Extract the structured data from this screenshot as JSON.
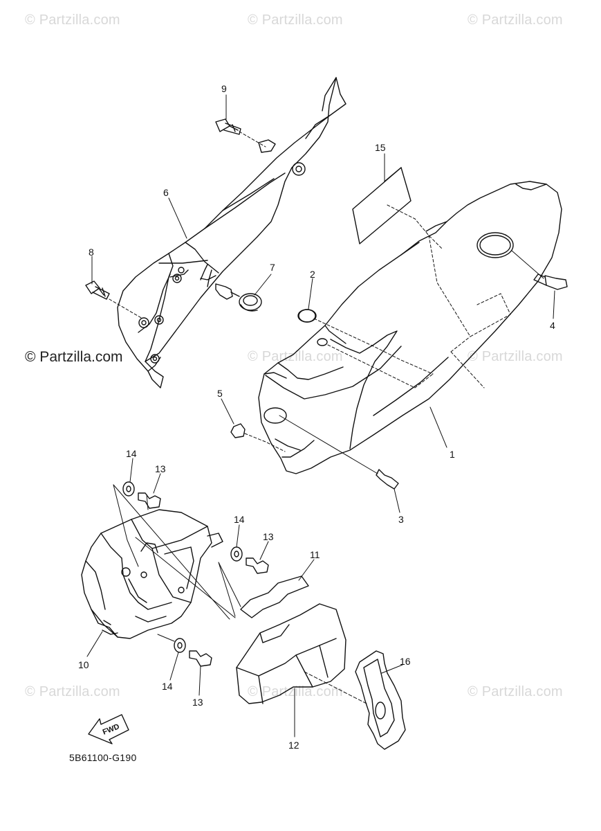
{
  "watermark": {
    "text": "© Partzilla.com",
    "color": "#d8d8d8",
    "strong_color": "#222222"
  },
  "diagram": {
    "code": "5B61100-G190",
    "fwd_label": "FWD",
    "line_color": "#111111",
    "callouts": [
      {
        "id": "callout-1",
        "label": "1"
      },
      {
        "id": "callout-2",
        "label": "2"
      },
      {
        "id": "callout-3",
        "label": "3"
      },
      {
        "id": "callout-4",
        "label": "4"
      },
      {
        "id": "callout-5",
        "label": "5"
      },
      {
        "id": "callout-6",
        "label": "6"
      },
      {
        "id": "callout-7",
        "label": "7"
      },
      {
        "id": "callout-8",
        "label": "8"
      },
      {
        "id": "callout-9",
        "label": "9"
      },
      {
        "id": "callout-10",
        "label": "10"
      },
      {
        "id": "callout-11",
        "label": "11"
      },
      {
        "id": "callout-12",
        "label": "12"
      },
      {
        "id": "callout-13a",
        "label": "13"
      },
      {
        "id": "callout-13b",
        "label": "13"
      },
      {
        "id": "callout-13c",
        "label": "13"
      },
      {
        "id": "callout-14a",
        "label": "14"
      },
      {
        "id": "callout-14b",
        "label": "14"
      },
      {
        "id": "callout-14c",
        "label": "14"
      },
      {
        "id": "callout-15",
        "label": "15"
      },
      {
        "id": "callout-16",
        "label": "16"
      }
    ]
  }
}
